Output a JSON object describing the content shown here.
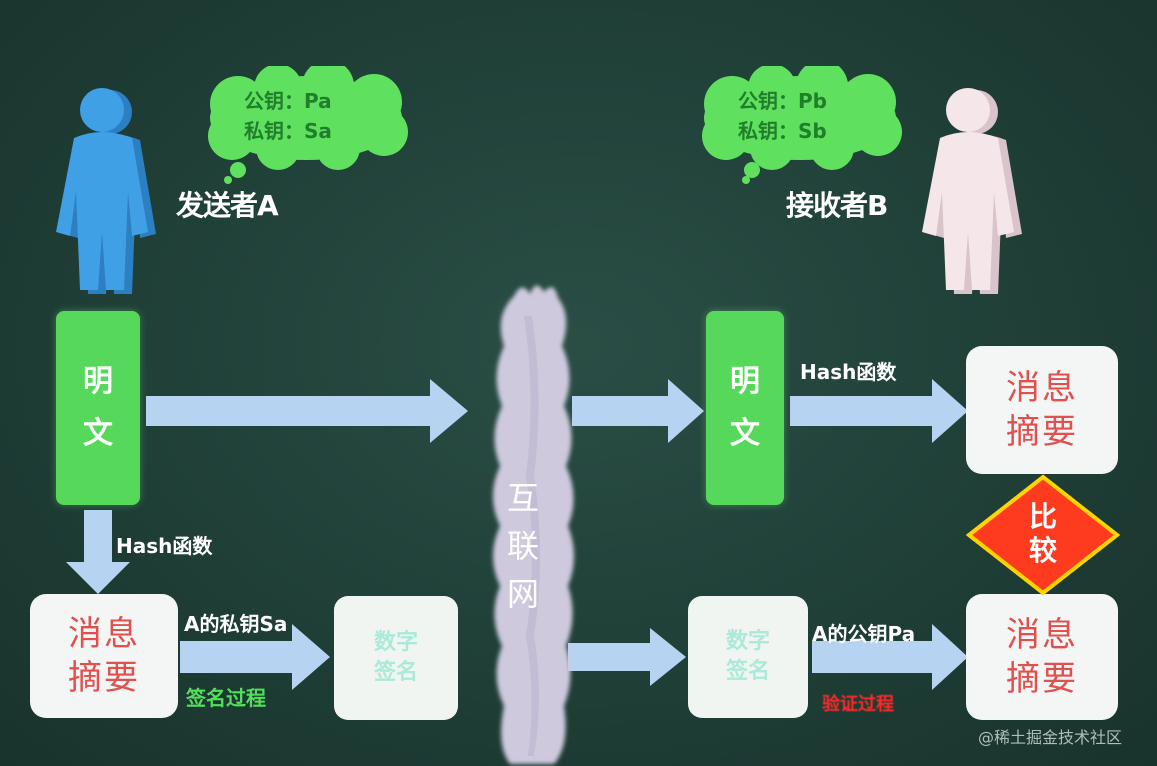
{
  "sender": {
    "role": "发送者A",
    "public_key": "公钥：Pa",
    "private_key": "私钥：Sa"
  },
  "receiver": {
    "role": "接收者B",
    "public_key": "公钥：Pb",
    "private_key": "私钥：Sb"
  },
  "plaintext_chars": [
    "明",
    "文"
  ],
  "digest_chars": [
    "消息",
    "摘要"
  ],
  "signature_chars": [
    "数字",
    "签名"
  ],
  "internet_chars": [
    "互",
    "联",
    "网"
  ],
  "compare_chars": [
    "比",
    "较"
  ],
  "labels": {
    "hash_left": "Hash函数",
    "hash_right": "Hash函数",
    "sender_private_key": "A的私钥Sa",
    "sign_process": "签名过程",
    "sender_public_key": "A的公钥Pa",
    "verify_process": "验证过程"
  },
  "colors": {
    "background": "#1f3f37",
    "plaintext_green": "#56d85a",
    "digest_text_red": "#e0504e",
    "sender_blue": "#3fa0e6",
    "receiver_pink": "#f5e6ea",
    "compare_red": "#ff3b1f",
    "compare_border": "#ffd400",
    "arrow": "#b7d3f2"
  },
  "watermark": "@稀土掘金技术社区"
}
